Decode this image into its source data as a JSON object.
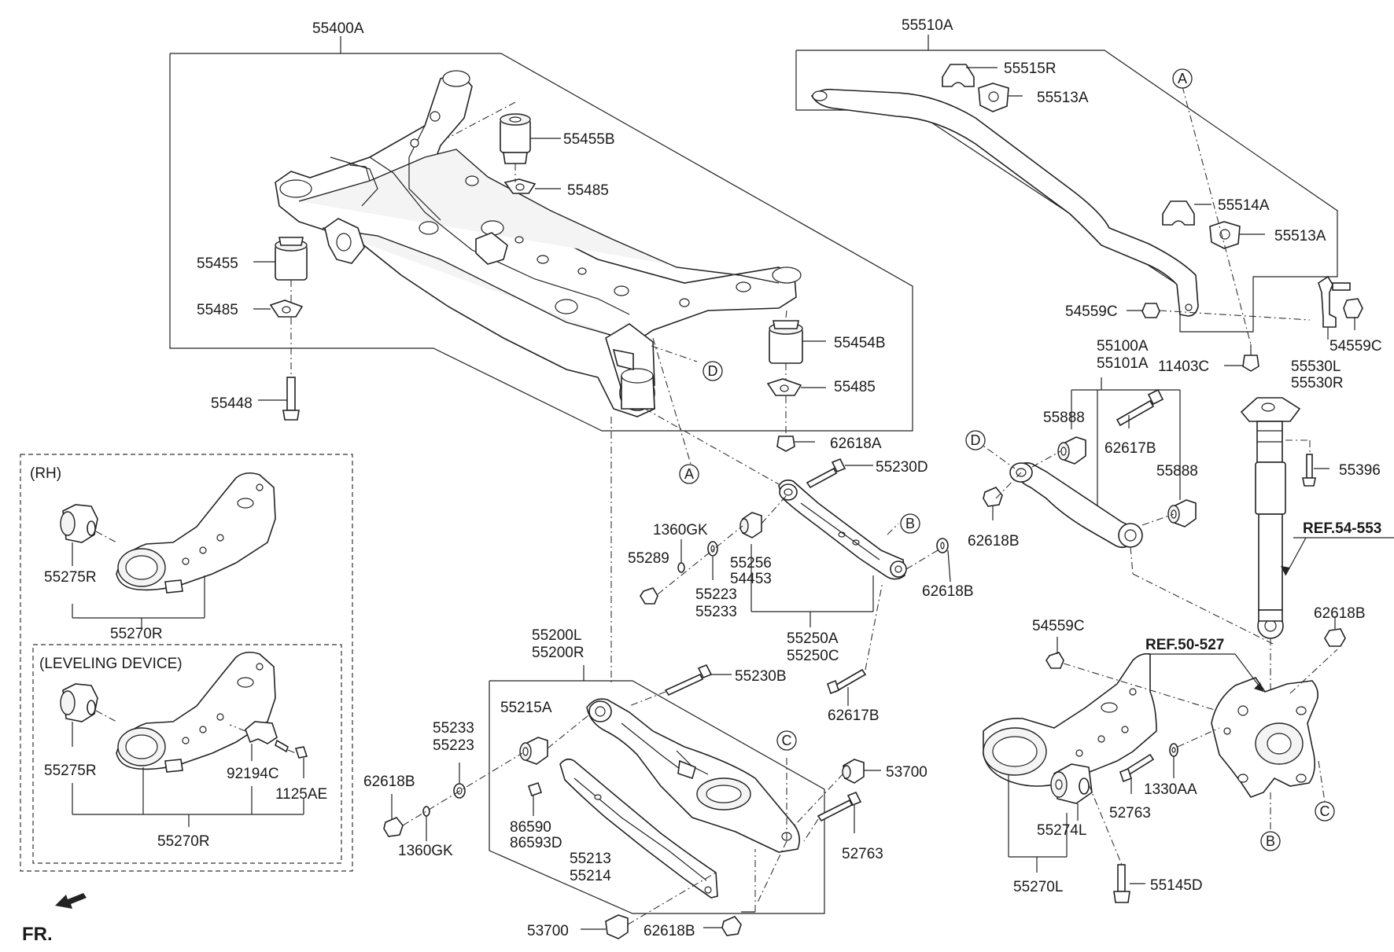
{
  "labels": {
    "p55400A": "55400A",
    "p55455B": "55455B",
    "p55485a": "55485",
    "p55455": "55455",
    "p55485b": "55485",
    "p55454B": "55454B",
    "p55485c": "55485",
    "p55448": "55448",
    "p62618A": "62618A",
    "p55510A": "55510A",
    "p55515R": "55515R",
    "p55513A_a": "55513A",
    "p55514A": "55514A",
    "p55513A_b": "55513A",
    "p54559C_a": "54559C",
    "p54559C_b": "54559C",
    "p55530L": "55530L",
    "p55530R": "55530R",
    "p55100A": "55100A",
    "p55101A": "55101A",
    "p11403C": "11403C",
    "p55888a": "55888",
    "p62617B_a": "62617B",
    "p55888b": "55888",
    "p55396": "55396",
    "p62618B_a": "62618B",
    "ref54": "REF.54-553",
    "p55230D": "55230D",
    "p1360GK_a": "1360GK",
    "p55289": "55289",
    "p55256": "55256",
    "p54453": "54453",
    "p55223a": "55223",
    "p55233a": "55233",
    "p62618B_b": "62618B",
    "p55250A": "55250A",
    "p55250C": "55250C",
    "p62617B_b": "62617B",
    "p55200L": "55200L",
    "p55200R": "55200R",
    "p55230B": "55230B",
    "p55215A": "55215A",
    "p55233b": "55233",
    "p55223b": "55223",
    "p62618B_c": "62618B",
    "p1360GK_b": "1360GK",
    "p86590": "86590",
    "p86593D": "86593D",
    "p55213": "55213",
    "p55214": "55214",
    "p53700a": "53700",
    "p52763a": "52763",
    "p53700b": "53700",
    "p62618B_d": "62618B",
    "p54559C_c": "54559C",
    "ref50": "REF.50-527",
    "p62618B_e": "62618B",
    "p52763b": "52763",
    "p1330AA": "1330AA",
    "p55274L": "55274L",
    "p55270L": "55270L",
    "p55145D": "55145D",
    "rh": "(RH)",
    "p55275R_a": "55275R",
    "p55270R_a": "55270R",
    "leveling": "(LEVELING DEVICE)",
    "p55275R_b": "55275R",
    "p92194C": "92194C",
    "p1125AE": "1125AE",
    "p55270R_b": "55270R",
    "fr": "FR."
  },
  "callouts": {
    "A1": "A",
    "A2": "A",
    "B1": "B",
    "B2": "B",
    "C1": "C",
    "C2": "C",
    "D1": "D",
    "D2": "D"
  }
}
